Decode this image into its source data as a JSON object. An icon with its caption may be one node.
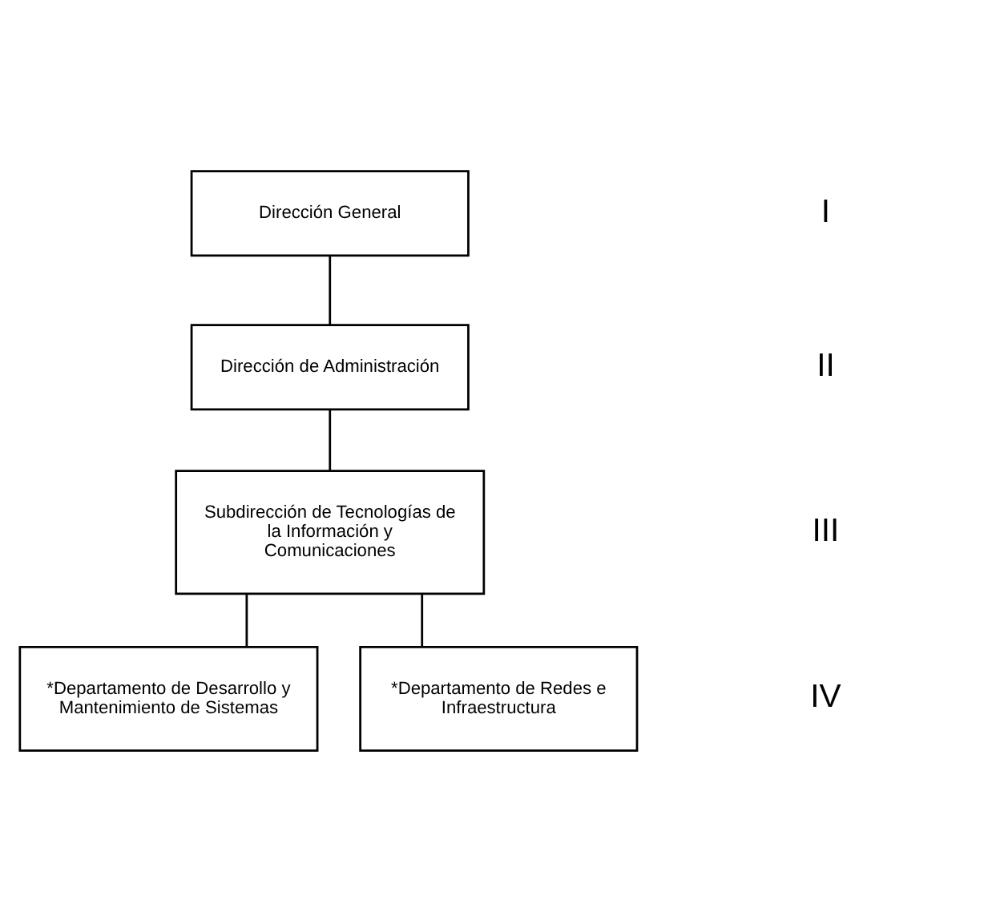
{
  "diagram": {
    "nodes": [
      {
        "text": [
          "Dirección General"
        ]
      },
      {
        "text": [
          "Dirección de Administración"
        ]
      },
      {
        "text": [
          "Subdirección de Tecnologías de la Información y Comunicaciones"
        ]
      },
      {
        "text": [
          "*Departamento de Desarrollo y Mantenimiento de Sistemas"
        ]
      },
      {
        "text": [
          "*Departamento de Redes e Infraestructura"
        ]
      }
    ],
    "edges": [
      {
        "from": 0,
        "to": 1,
        "arrow": "none"
      },
      {
        "from": 1,
        "to": 2,
        "arrow": "none"
      },
      {
        "from": 2,
        "to": 3,
        "arrow": "none"
      },
      {
        "from": 2,
        "to": 4,
        "arrow": "none"
      }
    ],
    "labels": [
      "I",
      "II",
      "III",
      "IV"
    ]
  }
}
